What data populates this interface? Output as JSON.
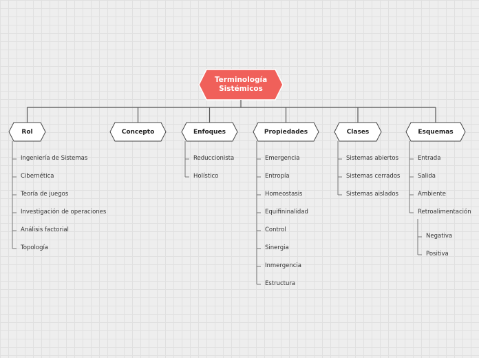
{
  "root": {
    "line1": "Terminología",
    "line2": "Sistémicos",
    "color": "#f0605a"
  },
  "line_color": "#555555",
  "branches": [
    {
      "label": "Rol",
      "items": [
        {
          "label": "Ingeniería de Sistemas"
        },
        {
          "label": "Cibernética"
        },
        {
          "label": "Teoría de juegos"
        },
        {
          "label": "Investigación de operaciones"
        },
        {
          "label": "Análisis factorial"
        },
        {
          "label": "Topología"
        }
      ]
    },
    {
      "label": "Concepto",
      "items": []
    },
    {
      "label": "Enfoques",
      "items": [
        {
          "label": "Reduccionista"
        },
        {
          "label": "Holístico"
        }
      ]
    },
    {
      "label": "Propiedades",
      "items": [
        {
          "label": "Emergencia"
        },
        {
          "label": "Entropía"
        },
        {
          "label": "Homeostasis"
        },
        {
          "label": "Equifininalidad"
        },
        {
          "label": "Control"
        },
        {
          "label": "Sinergia"
        },
        {
          "label": "Inmergencia"
        },
        {
          "label": "Estructura"
        }
      ]
    },
    {
      "label": "Clases",
      "items": [
        {
          "label": "Sistemas abiertos"
        },
        {
          "label": "Sistemas cerrados"
        },
        {
          "label": "Sistemas aislados"
        }
      ]
    },
    {
      "label": "Esquemas",
      "items": [
        {
          "label": "Entrada"
        },
        {
          "label": "Salida"
        },
        {
          "label": "Ambiente"
        },
        {
          "label": "Retroalimentación",
          "children": [
            {
              "label": "Negativa"
            },
            {
              "label": "Positiva"
            }
          ]
        }
      ]
    }
  ]
}
